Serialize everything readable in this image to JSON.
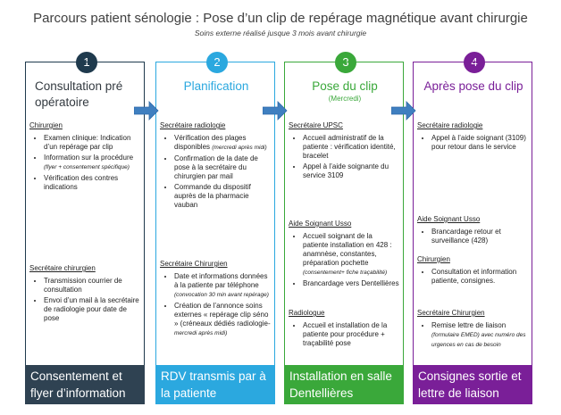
{
  "header": {
    "title": "Parcours patient sénologie : Pose d’un clip de repérage magnétique avant chirurgie",
    "subtitle": "Soins externe réalisé jusque 3 mois avant chirurgie"
  },
  "colors": {
    "stage1": "#1F3A4D",
    "stage2": "#2BA8DF",
    "stage3": "#3AA83A",
    "stage4": "#7A1F98",
    "arrow": "#3F7FC0"
  },
  "stages": [
    {
      "number": "1",
      "title": "Consultation pré opératoire",
      "sections": [
        {
          "title": "Chirurgien",
          "items": [
            {
              "text": "Examen clinique: Indication d’un repérage par clip",
              "note": ""
            },
            {
              "text": "Information sur la procédure",
              "note": "(flyer + consentement spécifique)"
            },
            {
              "text": "Vérification des contres indications",
              "note": ""
            }
          ]
        },
        {
          "title": "Secrétaire chirurgien",
          "items": [
            {
              "text": "Transmission courrier de consultation",
              "note": ""
            },
            {
              "text": "Envoi d’un mail à la secrétaire de radiologie pour date de pose",
              "note": ""
            }
          ]
        }
      ],
      "footer": "Consentement et flyer d’information"
    },
    {
      "number": "2",
      "title": "Planification",
      "sections": [
        {
          "title": "Secrétaire radiologie",
          "items": [
            {
              "text": "Vérification des plages disponibles",
              "note": "(mercredi après midi)"
            },
            {
              "text": "Confirmation de la date de pose à la secrétaire du chirurgien par mail",
              "note": ""
            },
            {
              "text": "Commande du dispositif auprès de la pharmacie vauban",
              "note": ""
            }
          ]
        },
        {
          "title": "Secrétaire Chirurgien",
          "items": [
            {
              "text": "Date et informations données à la patiente par téléphone",
              "note": "(convocation 30 min avant repérage)"
            },
            {
              "text": "Création de l’annonce soins externes « repérage clip séno » (créneaux dédiés radiologie-",
              "note": "mercredi après midi)"
            }
          ]
        }
      ],
      "footer": "RDV transmis par à la patiente"
    },
    {
      "number": "3",
      "title": "Pose du clip",
      "subtitle": "(Mercredi)",
      "sections": [
        {
          "title": "Secrétaire UPSC",
          "items": [
            {
              "text": "Accueil administratif de la patiente : vérification identité, bracelet",
              "note": ""
            },
            {
              "text": "Appel à l’aide soignante du service 3109",
              "note": ""
            }
          ]
        },
        {
          "title": "Aide Soignant Usso",
          "items": [
            {
              "text": "Accueil soignant de la patiente installation en 428 : anamnèse, constantes, préparation pochette",
              "note": "(consentement+ fiche traçabilité)"
            },
            {
              "text": "Brancardage vers Dentellières",
              "note": ""
            }
          ]
        },
        {
          "title": "Radiologue",
          "items": [
            {
              "text": "Accueil et installation de la patiente pour procédure + traçabilité pose",
              "note": ""
            }
          ]
        }
      ],
      "footer": "Installation en salle Dentellières"
    },
    {
      "number": "4",
      "title": "Après pose du clip",
      "sections": [
        {
          "title": "Secrétaire radiologie",
          "items": [
            {
              "text": "Appel à l’aide soignant (3109) pour retour dans le service",
              "note": ""
            }
          ]
        },
        {
          "title": "Aide Soignant Usso",
          "items": [
            {
              "text": "Brancardage retour et surveillance (428)",
              "note": ""
            }
          ]
        },
        {
          "title": "Chirurgien",
          "items": [
            {
              "text": "Consultation et information patiente, consignes.",
              "note": ""
            }
          ]
        },
        {
          "title": "Secrétaire Chirurgien",
          "items": [
            {
              "text": "Remise lettre de liaison",
              "note": "(formulaire EMED) avec numéro des urgences en cas de besoin"
            }
          ]
        }
      ],
      "footer": "Consignes sortie et lettre de liaison"
    }
  ]
}
